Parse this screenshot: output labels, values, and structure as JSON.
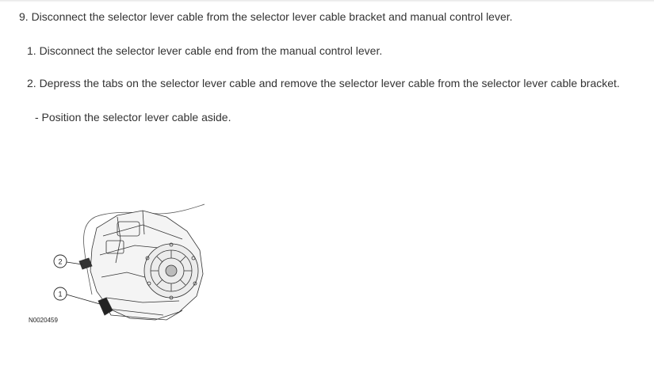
{
  "steps": {
    "main": "9. Disconnect the selector lever cable from the selector lever cable bracket and manual control lever.",
    "sub1": "1. Disconnect the selector lever cable end from the manual control lever.",
    "sub2": "2. Depress the tabs on the selector lever cable and remove the selector lever cable from the selector lever cable bracket.",
    "note": "- Position the selector lever cable aside."
  },
  "figure": {
    "id": "N0020459",
    "callouts": [
      "2",
      "1"
    ]
  }
}
